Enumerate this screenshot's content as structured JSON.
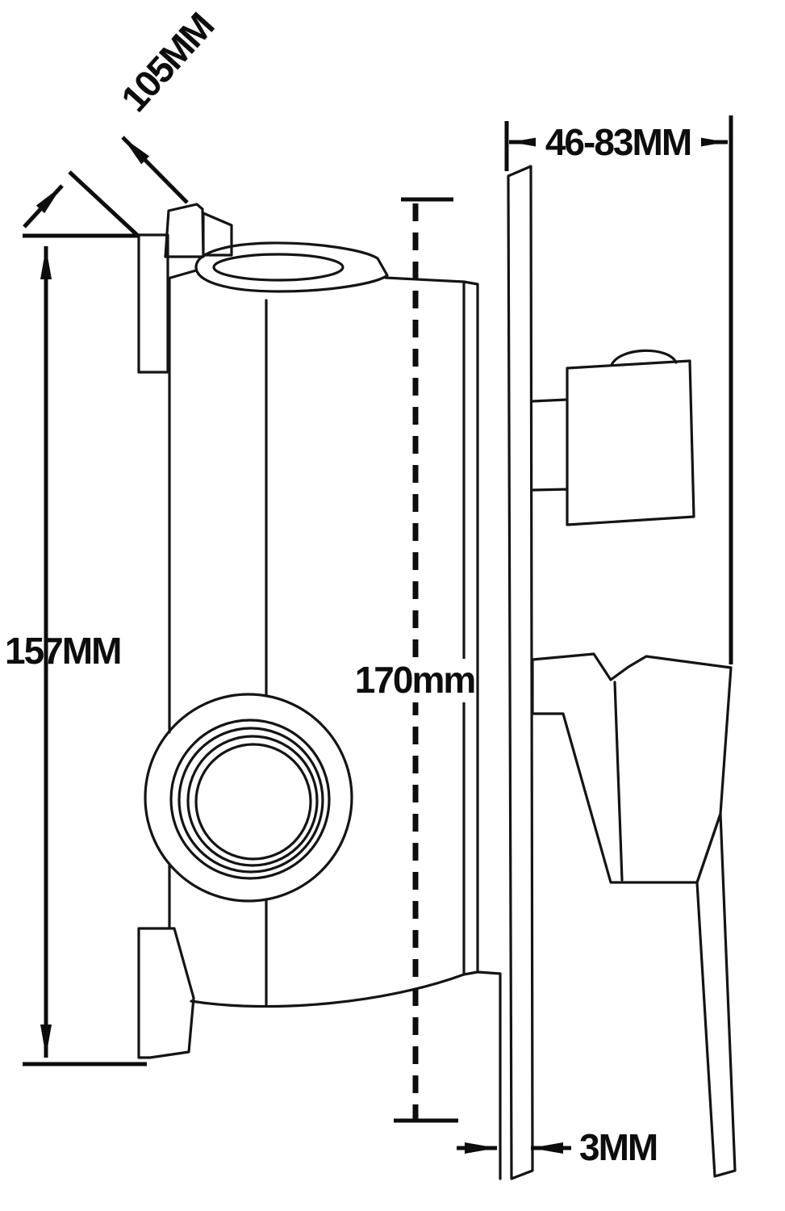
{
  "diagram": {
    "background_color": "#ffffff",
    "line_color": "#141414",
    "dimension_color": "#0d0d0d",
    "labels": {
      "dim_105": "105MM",
      "dim_157": "157MM",
      "dim_170": "170mm",
      "dim_46_83": "46-83MM",
      "dim_3": "3MM"
    }
  }
}
